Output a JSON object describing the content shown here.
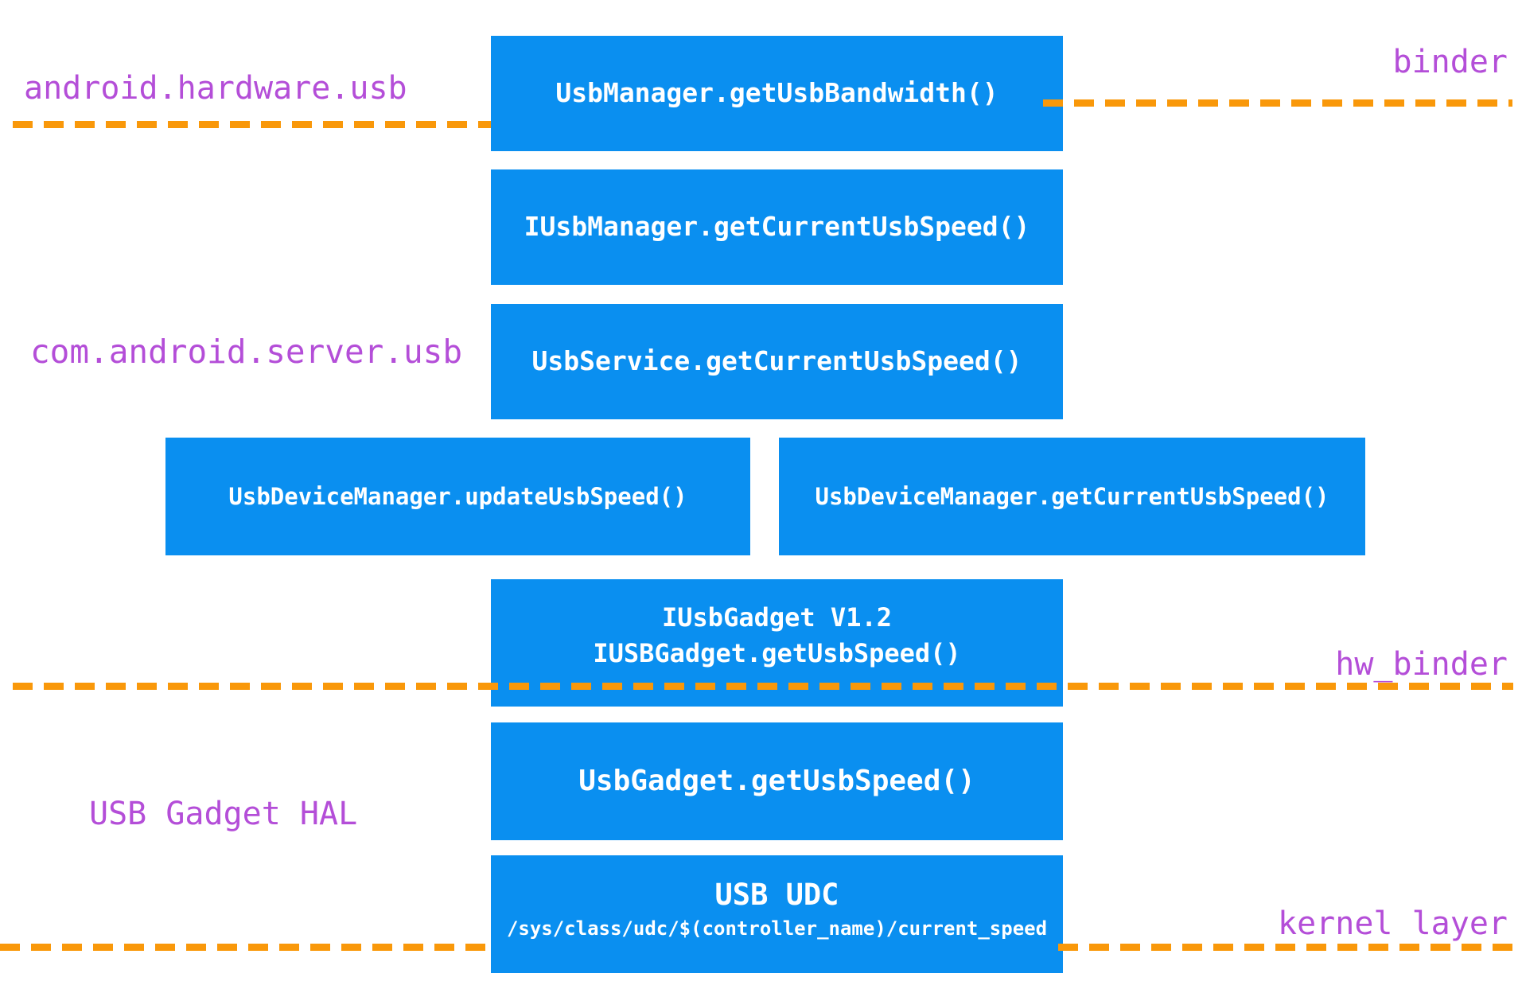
{
  "diagram": {
    "layer_labels": {
      "android_hardware_usb": "android.hardware.usb",
      "binder": "binder",
      "com_android_server_usb": "com.android.server.usb",
      "hw_binder": "hw_binder",
      "usb_gadget_hal": "USB Gadget HAL",
      "kernel_layer": "kernel layer"
    },
    "boxes": [
      {
        "label": "UsbManager.getUsbBandwidth()"
      },
      {
        "label": "IUsbManager.getCurrentUsbSpeed()"
      },
      {
        "label": "UsbService.getCurrentUsbSpeed()"
      },
      {
        "label": "UsbDeviceManager.updateUsbSpeed()"
      },
      {
        "label": "UsbDeviceManager.getCurrentUsbSpeed()"
      },
      {
        "label": "IUsbGadget V1.2",
        "label2": "IUSBGadget.getUsbSpeed()"
      },
      {
        "label": "UsbGadget.getUsbSpeed()"
      },
      {
        "label": "USB UDC",
        "label2": "/sys/class/udc/$(controller_name)/current_speed"
      }
    ],
    "colors": {
      "box_blue": "#0a8ff0",
      "label_purple": "#b44ed8",
      "line_orange": "#f9980a",
      "box_text": "#ffffff"
    }
  }
}
